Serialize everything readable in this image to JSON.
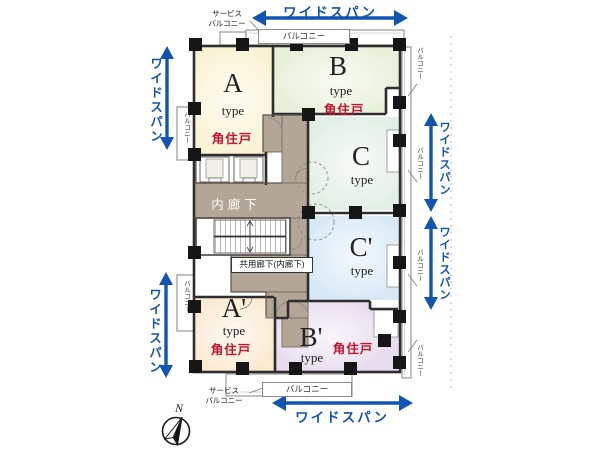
{
  "labels": {
    "wide_span": "ワイドスパン",
    "balcony": "バルコニー",
    "service_balcony_line1": "サービス",
    "service_balcony_line2": "バルコニー",
    "inner_corridor": "内廊下",
    "shared_corridor": "共用廊下(内廊下)",
    "north": "N"
  },
  "units": [
    {
      "letter": "A",
      "type": "type",
      "corner": "角住戸",
      "color": "#f9f3d3"
    },
    {
      "letter": "B",
      "type": "type",
      "corner": "角住戸",
      "color": "#e7f0d9"
    },
    {
      "letter": "C",
      "type": "type",
      "corner": "",
      "color": "#e2efe4"
    },
    {
      "letter": "C'",
      "type": "type",
      "corner": "",
      "color": "#d7e9f7"
    },
    {
      "letter": "A'",
      "type": "type",
      "corner": "角住戸",
      "color": "#fbe9d0"
    },
    {
      "letter": "B'",
      "type": "type",
      "corner": "角住戸",
      "color": "#e7ddee"
    }
  ],
  "colors": {
    "span_blue": "#1254b2",
    "corner_red": "#c9132e",
    "corridor": "#b3a697",
    "wall": "#2e2e2e"
  }
}
